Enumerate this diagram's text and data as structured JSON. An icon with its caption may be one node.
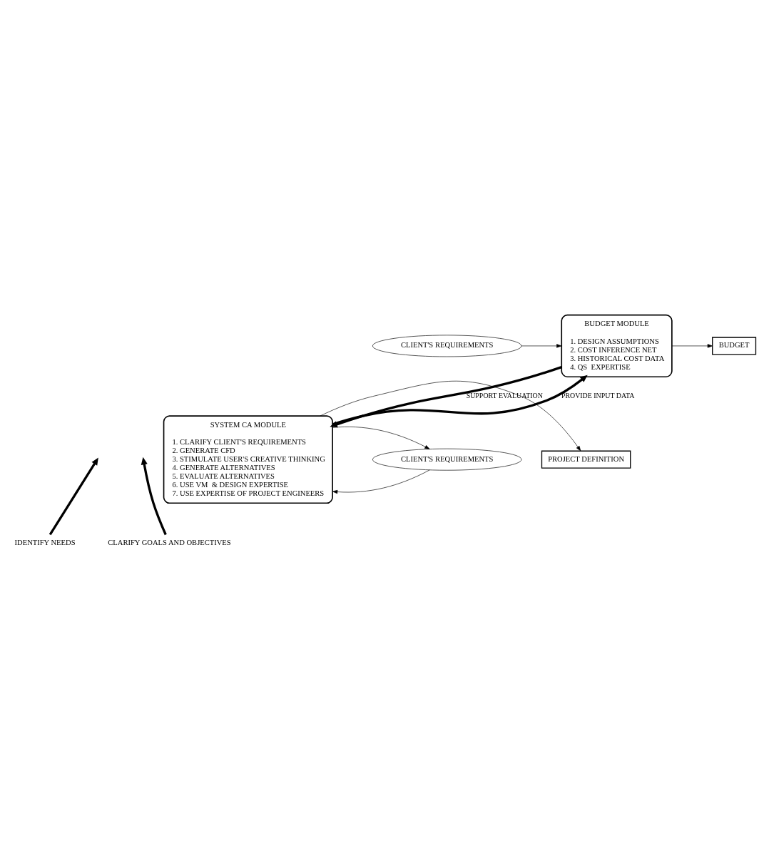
{
  "diagram": {
    "nodes": [
      {
        "text": [
          "BUDGET MODULE",
          "1. DESIGN ASSUMPTIONS",
          "2. COST INFERENCE NET",
          "3. HISTORICAL COST DATA",
          "4. QS  EXPERTISE"
        ]
      },
      {
        "text": [
          "CLIENT'S REQUIREMENTS"
        ]
      },
      {
        "text": [
          "BUDGET"
        ]
      },
      {
        "text": [
          "IDENTIFY NEEDS"
        ]
      },
      {
        "text": [
          "SYSTEM CA MODULE",
          "1. CLARIFY CLIENT'S REQUIREMENTS",
          "2. GENERATE CFD",
          "3. STIMULATE USER'S CREATIVE THINKING",
          "4. GENERATE ALTERNATIVES",
          "5. EVALUATE ALTERNATIVES",
          "6. USE VM  & DESIGN EXPERTISE",
          "7. USE EXPERTISE OF PROJECT ENGINEERS"
        ]
      },
      {
        "text": [
          "CLIENT'S REQUIREMENTS"
        ]
      },
      {
        "text": [
          "PROJECT DEFINITION"
        ]
      },
      {
        "text": [
          "CLARIFY GOALS AND OBJECTIVES"
        ]
      }
    ],
    "edges": [
      {
        "from": 1,
        "to": 0,
        "arrow": "to"
      },
      {
        "from": 0,
        "to": 2,
        "arrow": "to"
      },
      {
        "from": 3,
        "to": null,
        "arrow": "to",
        "style": "thick"
      },
      {
        "from": 0,
        "to": 4,
        "label": "SUPPORT EVALUATION",
        "arrow": "to",
        "style": "thick"
      },
      {
        "from": 4,
        "to": 0,
        "label": "PROVIDE INPUT DATA",
        "arrow": "to",
        "style": "thick"
      },
      {
        "from": 5,
        "to": 4,
        "arrow": "to"
      },
      {
        "from": 4,
        "to": 5,
        "arrow": "to"
      },
      {
        "from": 4,
        "to": 6,
        "arrow": "to"
      },
      {
        "from": 7,
        "to": null,
        "arrow": "to",
        "style": "thick"
      }
    ]
  }
}
